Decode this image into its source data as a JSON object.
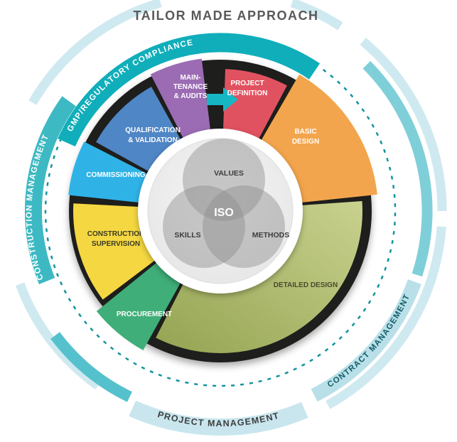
{
  "title": "TAILOR MADE APPROACH",
  "title_color": "#58595b",
  "rings": {
    "gmp": {
      "label": "GMP/REGULATORY COMPLIANCE",
      "color": "#10aeba",
      "text_color": "#ffffff"
    },
    "construction": {
      "label": "CONSTRUCTION MANAGEMENT",
      "color": "#3db9c3",
      "text_color": "#ffffff"
    },
    "contract": {
      "label": "CONTRACT MANAGEMENT",
      "color": "#b9e0e9",
      "text_color": "#155e68"
    },
    "project": {
      "label": "PROJECT MANAGEMENT",
      "color": "#c9e6ee",
      "text_color": "#3d3d3d"
    },
    "outer_pale_color": "#cfe9f0",
    "medium_teal_color": "#7fcfd9",
    "medium_teal_dark_color": "#55c1cc",
    "dashed_color": "#12939f"
  },
  "wheel": {
    "ring_color": "#1e1e1c",
    "inner_circle_color": "#f1f1f1",
    "arrow_color": "#16b7c3"
  },
  "segments": [
    {
      "id": "maintenance-audits",
      "lines": [
        "MAIN-",
        "TENANCE",
        "& AUDITS"
      ],
      "color": "#9b6cb4",
      "text_color": "#ffffff"
    },
    {
      "id": "project-definition",
      "lines": [
        "PROJECT",
        "DEFINITION"
      ],
      "color": "#e15260",
      "text_color": "#ffffff"
    },
    {
      "id": "basic-design",
      "lines": [
        "BASIC",
        "DESIGN"
      ],
      "color": "#f3a54d",
      "text_color": "#ffffff"
    },
    {
      "id": "detailed-design",
      "lines": [
        "DETAILED DESIGN"
      ],
      "color": "#b2bf72",
      "text_color": "#4c4a2e"
    },
    {
      "id": "procurement",
      "lines": [
        "PROCUREMENT"
      ],
      "color": "#3fae78",
      "text_color": "#ffffff"
    },
    {
      "id": "construction-supervision",
      "lines": [
        "CONSTRUCTION",
        "SUPERVISION"
      ],
      "color": "#f5d742",
      "text_color": "#3a3a24"
    },
    {
      "id": "commissioning",
      "lines": [
        "COMMISSIONING"
      ],
      "color": "#2fb3e7",
      "text_color": "#ffffff"
    },
    {
      "id": "qualification-validation",
      "lines": [
        "QUALIFICATION",
        "& VALIDATION"
      ],
      "color": "#4f86c5",
      "text_color": "#ffffff"
    }
  ],
  "venn": {
    "top": "VALUES",
    "left": "SKILLS",
    "right": "METHODS",
    "center": "ISO",
    "circle_color": "#8f8f8f",
    "label_color": "#3d3d3d",
    "center_text_color": "#ffffff"
  }
}
